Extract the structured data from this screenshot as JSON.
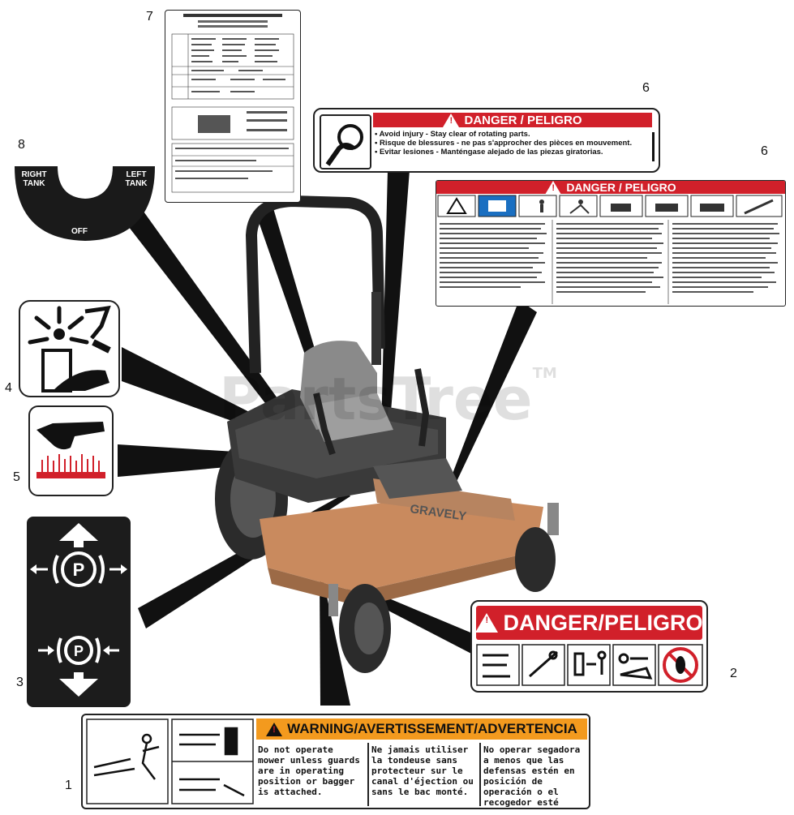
{
  "callouts": [
    "1",
    "2",
    "3",
    "4",
    "5",
    "6",
    "6",
    "7",
    "8"
  ],
  "watermark": {
    "brand": "PartsTree",
    "tm": "TM"
  },
  "mower": {
    "brand_text": "GRAVELY"
  },
  "decal8": {
    "right": "RIGHT TANK",
    "left": "LEFT TANK",
    "off": "OFF"
  },
  "decal6_small": {
    "header": "DANGER / PELIGRO",
    "lines": [
      "• Avoid injury - Stay clear of rotating parts.",
      "• Risque de blessures - ne pas s'approcher des pièces en mouvement.",
      "• Evitar lesiones - Manténgase alejado de las piezas giratorias."
    ]
  },
  "decal6_large": {
    "header": "DANGER / PELIGRO"
  },
  "decal2": {
    "header": "DANGER/PELIGRO"
  },
  "decal1": {
    "header": "WARNING/AVERTISSEMENT/ADVERTENCIA",
    "columns": [
      "Do not operate mower unless guards are in operating position or bagger is attached.",
      "Ne jamais utiliser la tondeuse sans protecteur sur le canal d'éjection ou sans le bac monté.",
      "No operar segadora a menos que las defensas estén en posición de operación o el recogedor esté fijo."
    ]
  },
  "colors": {
    "danger": "#d1202a",
    "warning": "#f39a1e",
    "mower_orange": "#c98a5e"
  }
}
